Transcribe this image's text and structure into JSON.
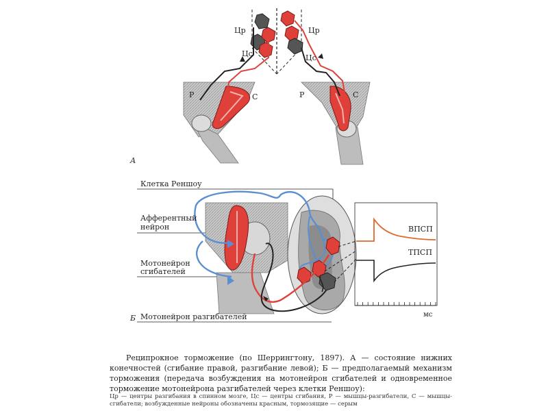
{
  "panel_a": {
    "letter": "А",
    "labels": {
      "center_extension_left": "Цр",
      "center_extension_right": "Цр",
      "center_flexion_left": "Цс",
      "center_flexion_right": "Цс",
      "extensor_left": "Р",
      "flexor_left": "С",
      "extensor_right": "Р",
      "flexor_right": "С"
    }
  },
  "panel_b": {
    "letter": "Б",
    "labels": {
      "renshaw": "Клетка Реншоу",
      "afferent_1": "Афферентный",
      "afferent_2": "нейрон",
      "flexor_mn_1": "Мотонейрон",
      "flexor_mn_2": "сгибателей",
      "extensor_mn": "Мотонейрон разгибателей"
    },
    "traces": {
      "epsp": "ВПСП",
      "ipsp": "ТПСП",
      "time_unit": "мс"
    }
  },
  "caption": {
    "text": "Реципрокное торможение (по Шеррингтону, 1897). А — состояние нижних конечностей (сгибание правой, разгибание левой); Б — предполагаемый механизм торможения (передача возбуждения на мотонейрон сгибателей и одновременное торможение мотонейрона разгибателей через клетки Реншоу):",
    "legend": "Цр — центры разгибания в спинном мозге, Цс — центры сгибания, Р — мышцы-разгибатели, С — мышцы-сгибатели; возбужденные нейроны обозначены красным, тормозящие — серым"
  },
  "colors": {
    "excited": "#e0403a",
    "inhibitory": "#555555",
    "afferent": "#5b8fd0",
    "epsp_trace": "#e06a2a",
    "ipsp_trace": "#222222"
  }
}
